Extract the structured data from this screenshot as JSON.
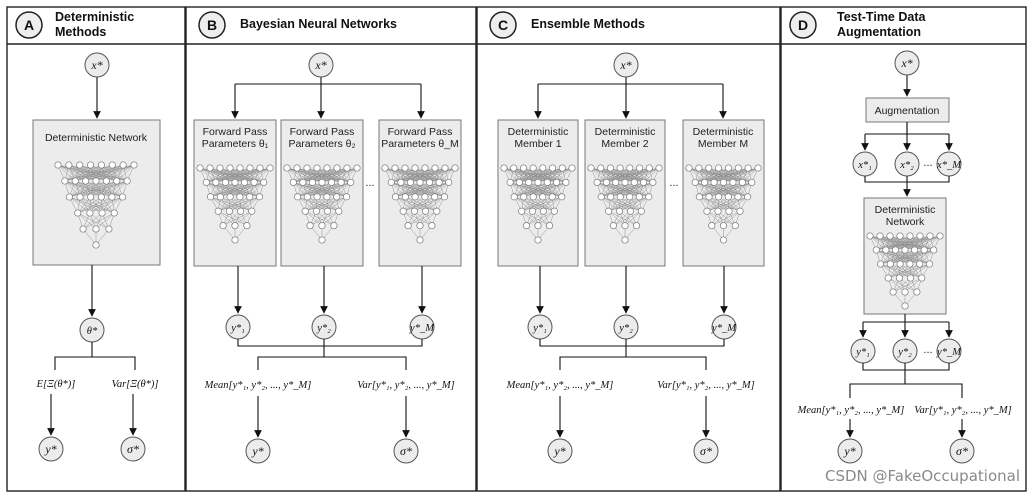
{
  "panels": [
    {
      "badge": "A",
      "title_lines": [
        "Deterministic",
        "Methods"
      ]
    },
    {
      "badge": "B",
      "title_lines": [
        "Bayesian Neural Networks"
      ]
    },
    {
      "badge": "C",
      "title_lines": [
        "Ensemble Methods"
      ]
    },
    {
      "badge": "D",
      "title_lines": [
        "Test-Time Data",
        "Augmentation"
      ]
    }
  ],
  "panel_a": {
    "input": "x*",
    "network_label": "Deterministic Network",
    "theta": "θ*",
    "expectation_label": "E[Ξ(θ*)]",
    "variance_label": "Var[Ξ(θ*)]",
    "output_mean": "y*",
    "output_sigma": "σ*"
  },
  "panel_b": {
    "input": "x*",
    "passes": [
      {
        "line1": "Forward Pass",
        "line2": "Parameters θ₁"
      },
      {
        "line1": "Forward Pass",
        "line2": "Parameters θ₂"
      },
      {
        "line1": "Forward Pass",
        "line2": "Parameters θ_M"
      }
    ],
    "ellipsis": "...",
    "outputs": [
      "y*₁",
      "y*₂",
      "y*_M"
    ],
    "mean_label": "Mean[y*₁, y*₂, ..., y*_M]",
    "variance_label": "Var[y*₁, y*₂, ..., y*_M]",
    "output_mean": "y*",
    "output_sigma": "σ*"
  },
  "panel_c": {
    "input": "x*",
    "members": [
      {
        "line1": "Deterministic",
        "line2": "Member 1"
      },
      {
        "line1": "Deterministic",
        "line2": "Member 2"
      },
      {
        "line1": "Deterministic",
        "line2": "Member M"
      }
    ],
    "ellipsis": "...",
    "outputs": [
      "y*₁",
      "y*₂",
      "y*_M"
    ],
    "mean_label": "Mean[y*₁, y*₂, ..., y*_M]",
    "variance_label": "Var[y*₁, y*₂, ..., y*_M]",
    "output_mean": "y*",
    "output_sigma": "σ*"
  },
  "panel_d": {
    "input": "x*",
    "augmentation_label": "Augmentation",
    "augmented_inputs": [
      "x*₁",
      "x*₂",
      "x*_M"
    ],
    "ellipsis": "...",
    "network_label_lines": [
      "Deterministic",
      "Network"
    ],
    "outputs": [
      "y*₁",
      "y*₂",
      "y*_M"
    ],
    "mean_label": "Mean[y*₁, y*₂, ..., y*_M]",
    "variance_label": "Var[y*₁, y*₂, ..., y*_M]",
    "output_mean": "y*",
    "output_sigma": "σ*"
  },
  "watermark": "CSDN @FakeOccupational"
}
